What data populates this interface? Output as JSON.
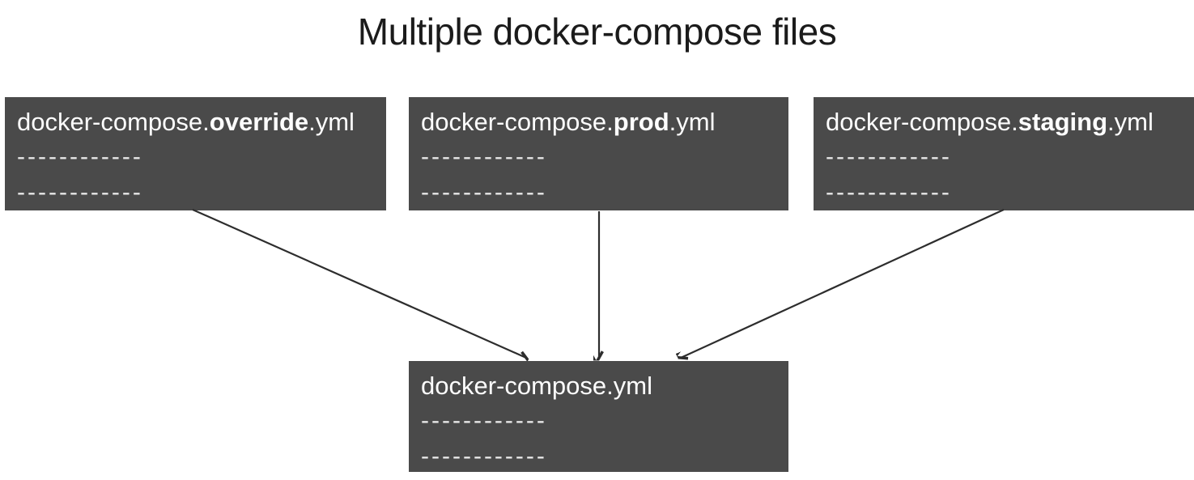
{
  "title": "Multiple docker-compose files",
  "diagram": {
    "boxes": {
      "override": {
        "label_prefix": "docker-compose.",
        "label_bold": "override",
        "label_suffix": ".yml",
        "dash_lines": [
          "------------",
          "------------"
        ]
      },
      "prod": {
        "label_prefix": "docker-compose.",
        "label_bold": "prod",
        "label_suffix": ".yml",
        "dash_lines": [
          "------------",
          "------------"
        ]
      },
      "staging": {
        "label_prefix": "docker-compose.",
        "label_bold": "staging",
        "label_suffix": ".yml",
        "dash_lines": [
          "------------",
          "------------"
        ]
      },
      "base": {
        "label_prefix": "docker-compose.yml",
        "label_bold": "",
        "label_suffix": "",
        "dash_lines": [
          "------------",
          "------------"
        ]
      }
    },
    "edges": [
      {
        "from": "docker-compose.override.yml",
        "to": "docker-compose.yml"
      },
      {
        "from": "docker-compose.prod.yml",
        "to": "docker-compose.yml"
      },
      {
        "from": "docker-compose.staging.yml",
        "to": "docker-compose.yml"
      }
    ],
    "colors": {
      "box_fill": "#4a4a4a",
      "box_text": "#ffffff",
      "dash_text": "#e9e9e9",
      "arrow": "#2d2d2d",
      "title_text": "#1b1b1b",
      "background": "#ffffff"
    }
  }
}
